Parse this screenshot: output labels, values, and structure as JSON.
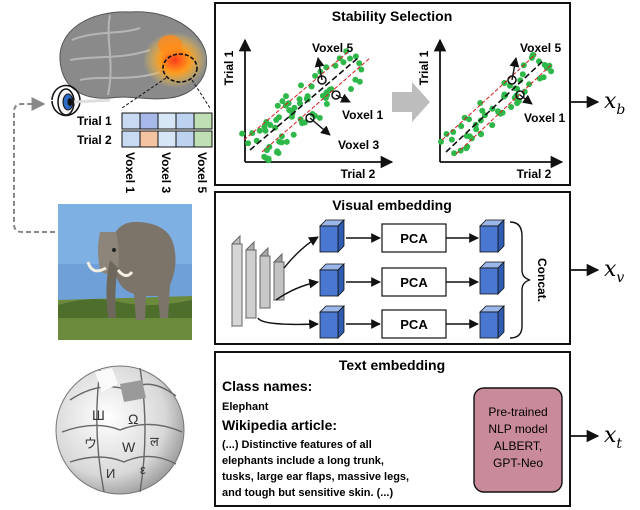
{
  "brain": {
    "trials": [
      "Trial 1",
      "Trial 2"
    ],
    "voxels": [
      "Voxel 1",
      "Voxel 3",
      "Voxel 5"
    ]
  },
  "stability": {
    "title": "Stability Selection",
    "left_plot": {
      "xlabel": "Trial 2",
      "ylabel": "Trial 1",
      "callouts": [
        "Voxel 5",
        "Voxel 1",
        "Voxel 3"
      ]
    },
    "right_plot": {
      "xlabel": "Trial 2",
      "ylabel": "Trial 1",
      "callouts": [
        "Voxel 5",
        "Voxel 1"
      ]
    },
    "output": "x",
    "output_sub": "b"
  },
  "visual": {
    "title": "Visual embedding",
    "pca_labels": [
      "PCA",
      "PCA",
      "PCA"
    ],
    "concat_label": "Concat.",
    "output": "x",
    "output_sub": "v"
  },
  "text": {
    "title": "Text embedding",
    "class_heading": "Class names:",
    "class_value": "Elephant",
    "article_heading": "Wikipedia article:",
    "article_lines": [
      "(...) Distinctive features of all",
      "elephants include a long trunk,",
      "tusks, large ear flaps, massive legs,",
      "and tough but sensitive skin. (...)"
    ],
    "model_lines": [
      "Pre-trained",
      "NLP model",
      "ALBERT,",
      "GPT-Neo"
    ],
    "output": "x",
    "output_sub": "t"
  },
  "colors": {
    "scatter_green": "#2fb84a",
    "dashed_red": "#d62020",
    "model_box": "#c98a9a",
    "cube_blue": "#4a78d0",
    "brain_highlight": "#f39a1c"
  }
}
